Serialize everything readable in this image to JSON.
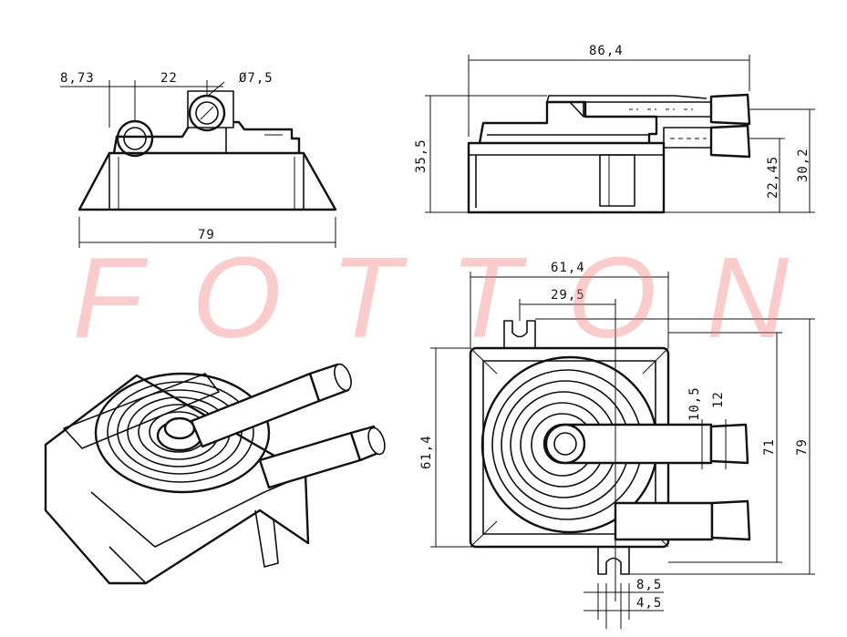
{
  "watermark": {
    "text": "FOTTON",
    "color": "#f57878"
  },
  "front_view": {
    "dim_left_offset": "8,73",
    "dim_center_spacing": "22",
    "dim_hole_diameter": "Ø7,5",
    "dim_total_width": "79"
  },
  "side_view": {
    "dim_total_length": "86,4",
    "dim_height": "35,5",
    "dim_lower_outlet_height": "22,45",
    "dim_upper_outlet_height": "30,2"
  },
  "top_view": {
    "dim_body_width": "61,4",
    "dim_center_offset": "29,5",
    "dim_body_depth": "61,4",
    "dim_nozzle_diameter_inner": "10,5",
    "dim_nozzle_diameter_outer": "12",
    "dim_outlet_spacing": "71",
    "dim_total_depth": "79",
    "dim_tab_width": "8,5",
    "dim_tab_slot": "4,5"
  }
}
